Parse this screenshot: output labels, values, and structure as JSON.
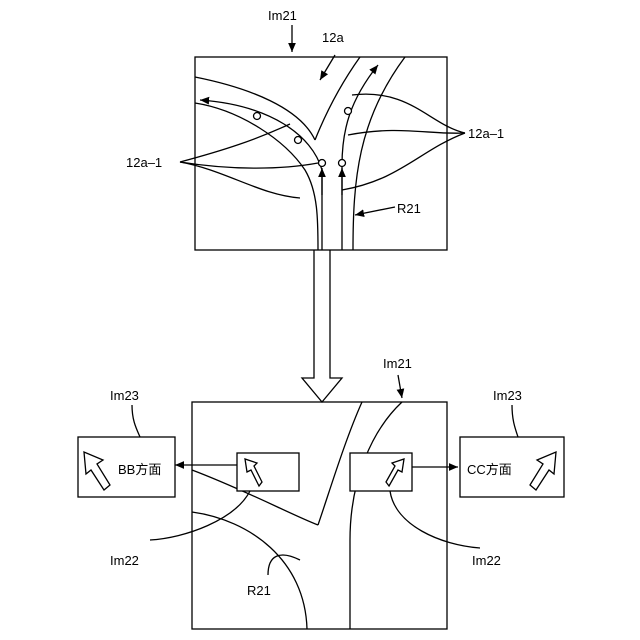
{
  "labels": {
    "top_panel_id": "Im21",
    "road_ref": "12a",
    "branch_label_left": "12a–1",
    "branch_label_right": "12a–1",
    "road_label_top": "R21",
    "bottom_panel_id": "Im21",
    "left_sign_id": "Im23",
    "right_sign_id": "Im23",
    "left_sign_text": "BB方面",
    "right_sign_text": "CC方面",
    "inset_label_left": "Im22",
    "inset_label_right": "Im22",
    "road_label_bottom": "R21"
  },
  "colors": {
    "stroke": "#000000",
    "background": "#ffffff"
  }
}
